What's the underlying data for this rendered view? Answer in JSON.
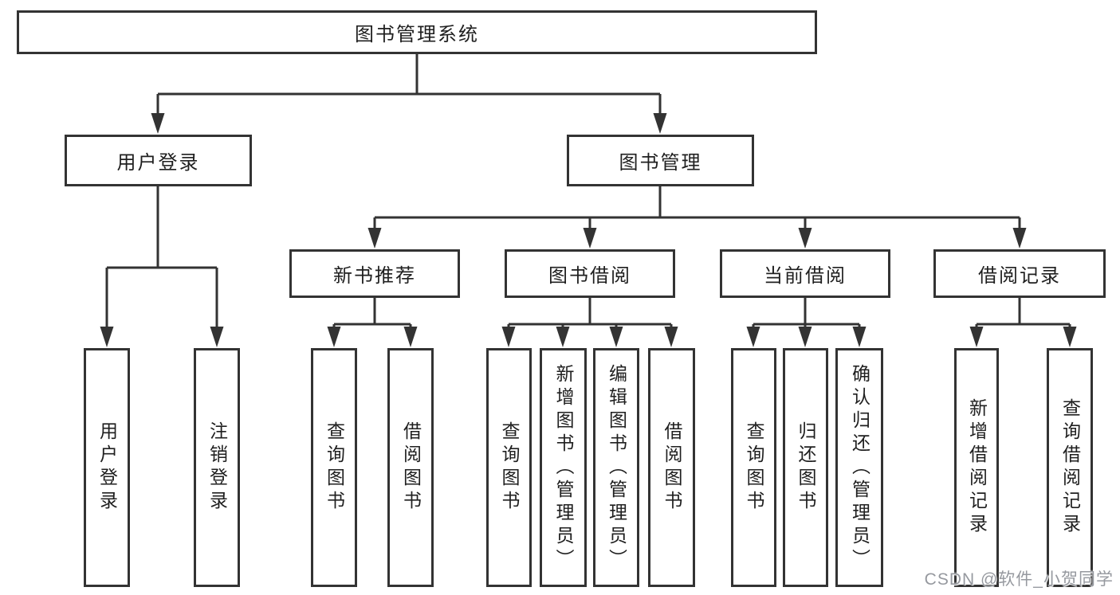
{
  "diagram": {
    "root": {
      "label": "图书管理系统",
      "children": [
        {
          "label": "用户登录",
          "children": [
            {
              "label": "用户登录"
            },
            {
              "label": "注销登录"
            }
          ]
        },
        {
          "label": "图书管理",
          "children": [
            {
              "label": "新书推荐",
              "children": [
                {
                  "label": "查询图书"
                },
                {
                  "label": "借阅图书"
                }
              ]
            },
            {
              "label": "图书借阅",
              "children": [
                {
                  "label": "查询图书"
                },
                {
                  "label": "新增图书（管理员）"
                },
                {
                  "label": "编辑图书（管理员）"
                },
                {
                  "label": "借阅图书"
                }
              ]
            },
            {
              "label": "当前借阅",
              "children": [
                {
                  "label": "查询图书"
                },
                {
                  "label": "归还图书"
                },
                {
                  "label": "确认归还（管理员）"
                }
              ]
            },
            {
              "label": "借阅记录",
              "children": [
                {
                  "label": "新增借阅记录"
                },
                {
                  "label": "查询借阅记录"
                }
              ]
            }
          ]
        }
      ]
    }
  },
  "watermark": "CSDN @软件_小贺同学",
  "colors": {
    "line": "#333333",
    "box_border": "#333333",
    "text": "#1f1f1f",
    "background": "#ffffff",
    "watermark": "#96999f"
  }
}
